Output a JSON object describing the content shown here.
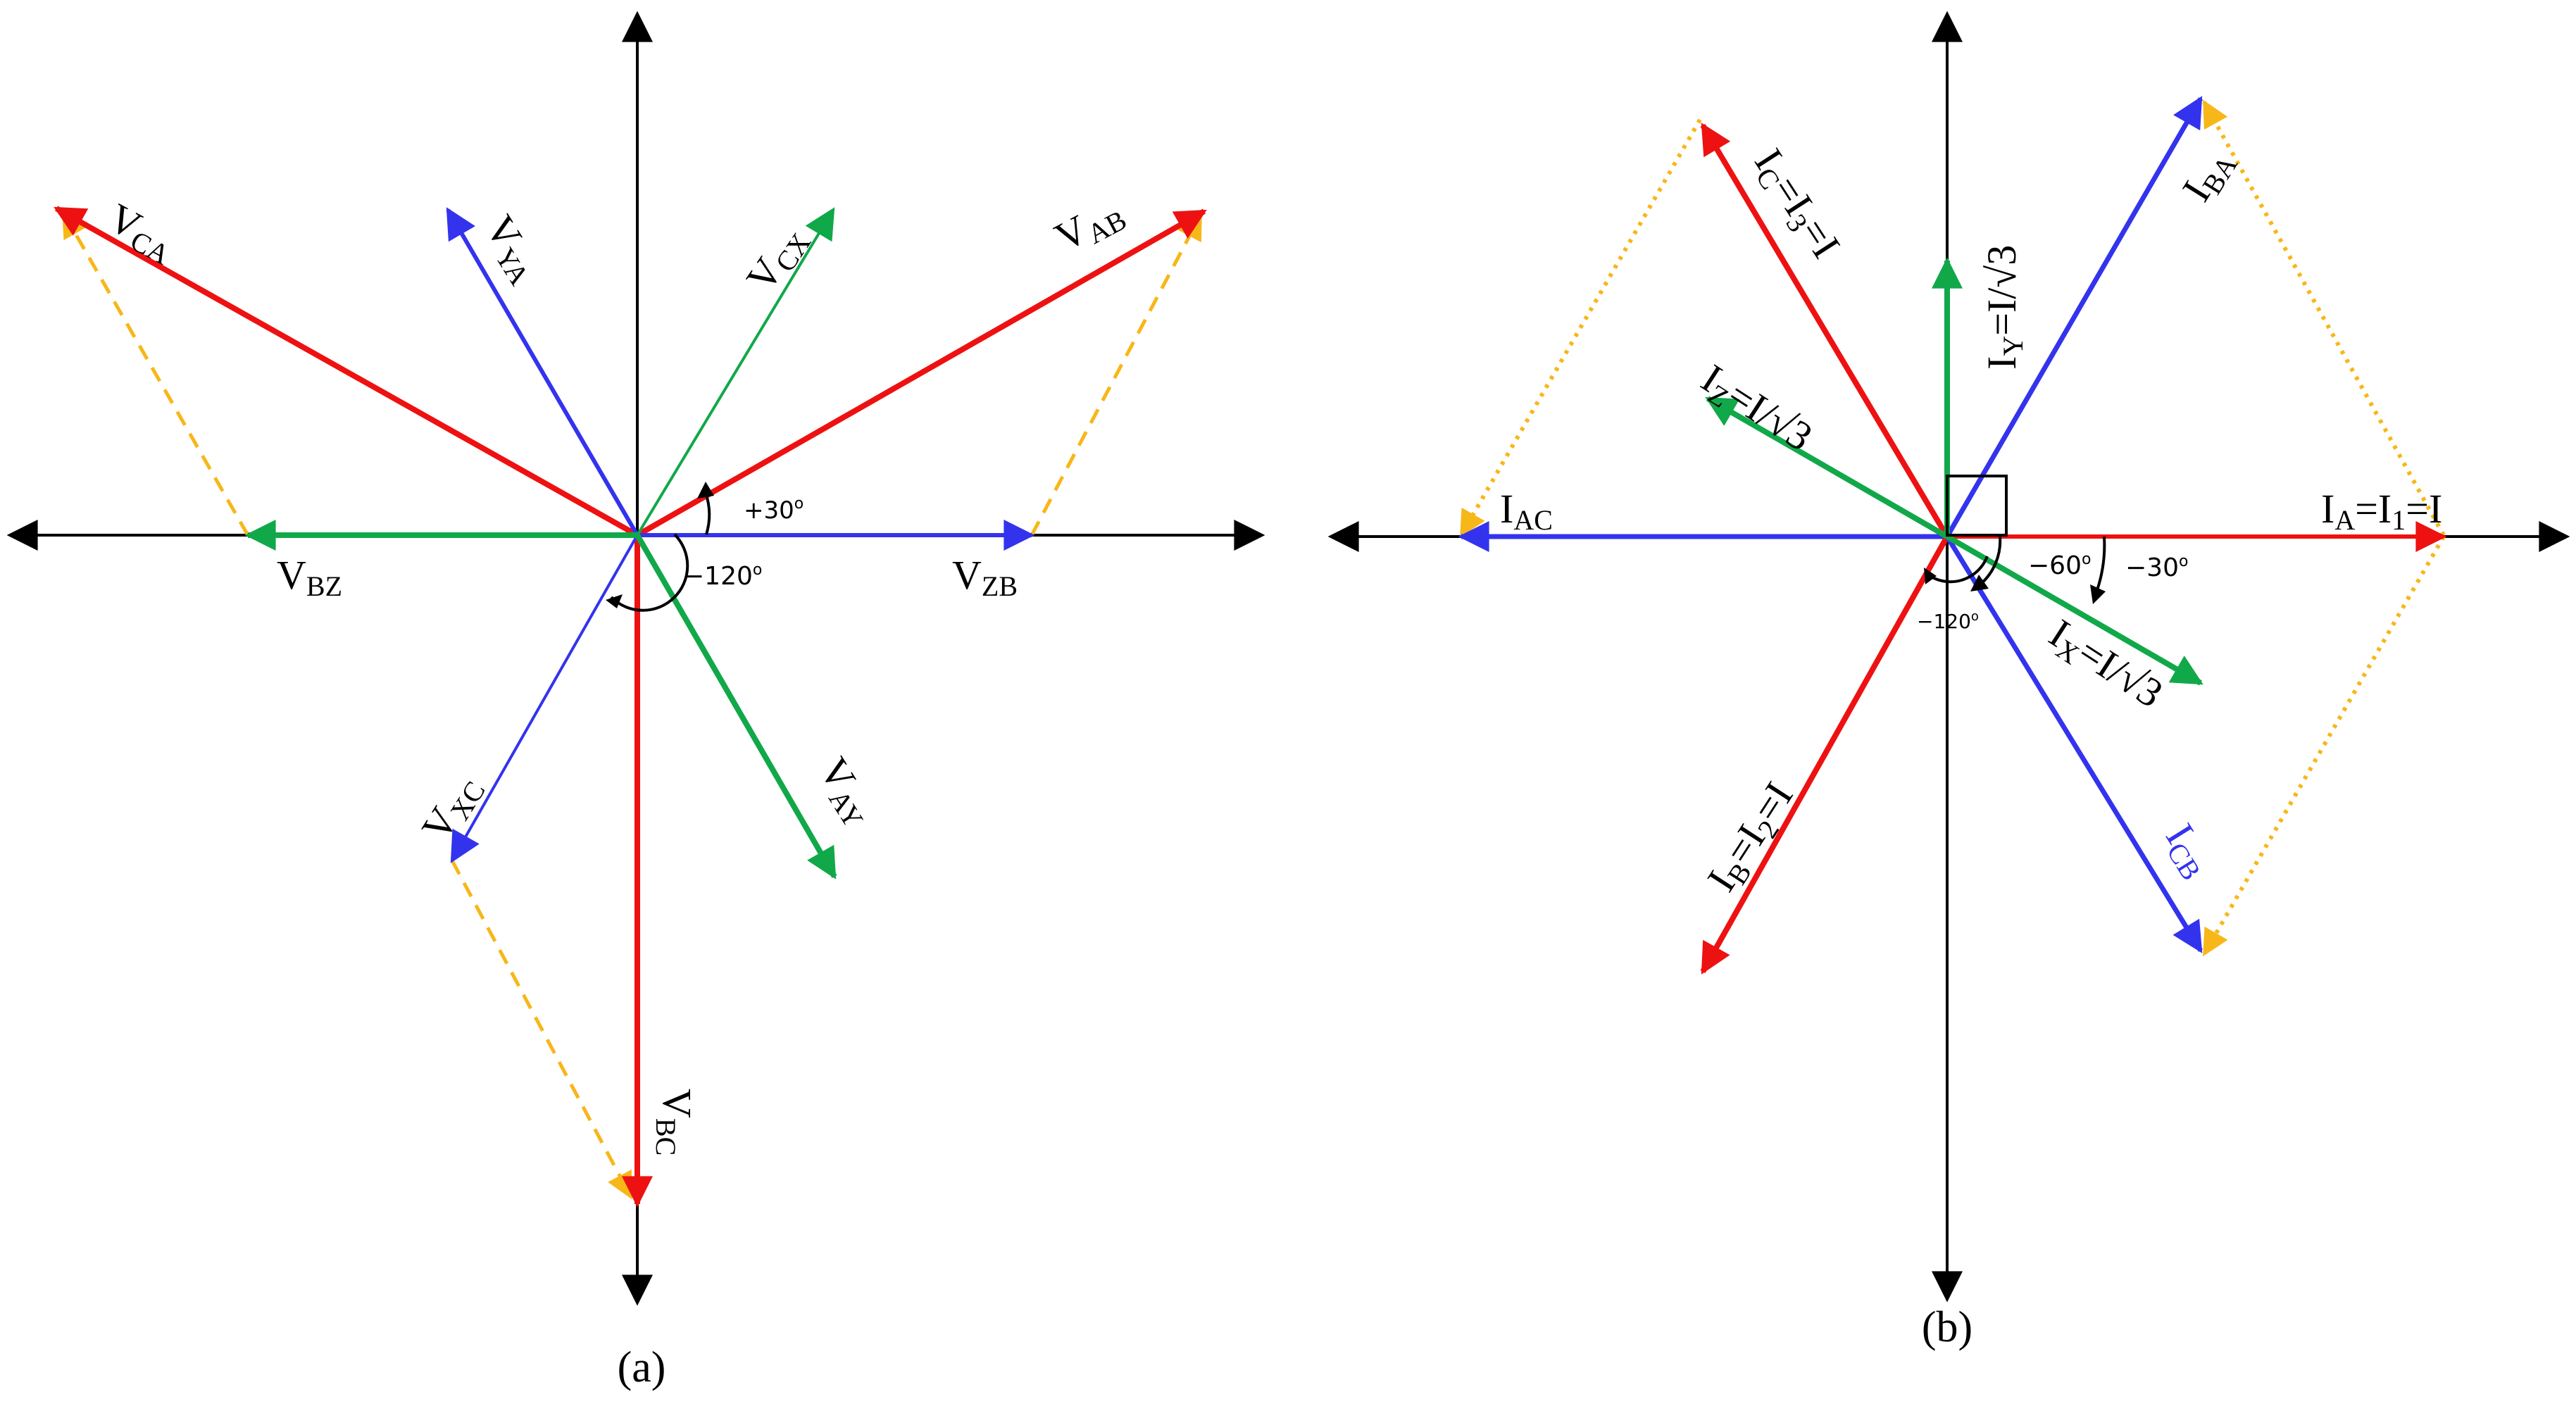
{
  "colors": {
    "axis": "#000000",
    "red": "#ee1111",
    "blue": "#3333ee",
    "green": "#11a84a",
    "orange": "#f7b718"
  },
  "panel_a": {
    "caption": "(a)",
    "angles": {
      "plus30": "+30",
      "minus120": "−120",
      "deg": "o"
    },
    "labels": {
      "vca": {
        "main": "V",
        "sub": "CA"
      },
      "vya": {
        "main": "V",
        "sub": "YA"
      },
      "vcx": {
        "main": "V",
        "sub": "CX"
      },
      "vab": {
        "main": "V",
        "sub": "AB"
      },
      "vbz": {
        "main": "V",
        "sub": "BZ"
      },
      "vzb": {
        "main": "V",
        "sub": "ZB"
      },
      "vxc": {
        "main": "V",
        "sub": "XC"
      },
      "vay": {
        "main": "V",
        "sub": "AY"
      },
      "vbc": {
        "main": "V",
        "sub": "BC"
      }
    }
  },
  "panel_b": {
    "caption": "(b)",
    "angles": {
      "minus60": "−60",
      "minus30": "−30",
      "minus120": "−120",
      "deg": "o"
    },
    "labels": {
      "ic": {
        "p1": "I",
        "s1": "C",
        "p2": "=I",
        "s2": "3",
        "p3": "=I"
      },
      "iy": {
        "p1": "I",
        "s1": "Y",
        "p2": "=I/√3"
      },
      "iz": {
        "p1": "I",
        "s1": "Z",
        "p2": "=I/√3"
      },
      "iba": {
        "p1": "I",
        "s1": "BA"
      },
      "iac": {
        "p1": "I",
        "s1": "AC"
      },
      "ia": {
        "p1": "I",
        "s1": "A",
        "p2": "=I",
        "s2": "1",
        "p3": "=I"
      },
      "ix": {
        "p1": "I",
        "s1": "X",
        "p2": "=I/√3"
      },
      "ib": {
        "p1": "I",
        "s1": "B",
        "p2": "=I",
        "s2": "2",
        "p3": "=I"
      },
      "icb": {
        "p1": "I",
        "s1": "CB"
      }
    }
  }
}
